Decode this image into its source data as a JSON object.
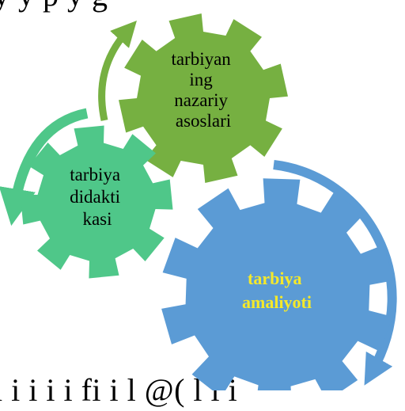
{
  "page_text": {
    "top_line": "y      y p y g",
    "bottom_line": "i    i i      i i  fi i l   @(   l  l i"
  },
  "gears": {
    "theory": {
      "lines": [
        "tarbiyan",
        "ing",
        "nazariy",
        "asoslari"
      ],
      "color": "#76b041"
    },
    "didactics": {
      "lines": [
        "tarbiya",
        "didakti",
        "kasi"
      ],
      "color": "#4fc789"
    },
    "practice": {
      "lines": [
        "tarbiya",
        "amaliyoti"
      ],
      "color": "#5b9bd5",
      "text_color": "#f5e92a"
    }
  },
  "colors": {
    "arrow_green": "#76b041",
    "arrow_teal": "#4fc789",
    "arrow_blue": "#5b9bd5"
  }
}
